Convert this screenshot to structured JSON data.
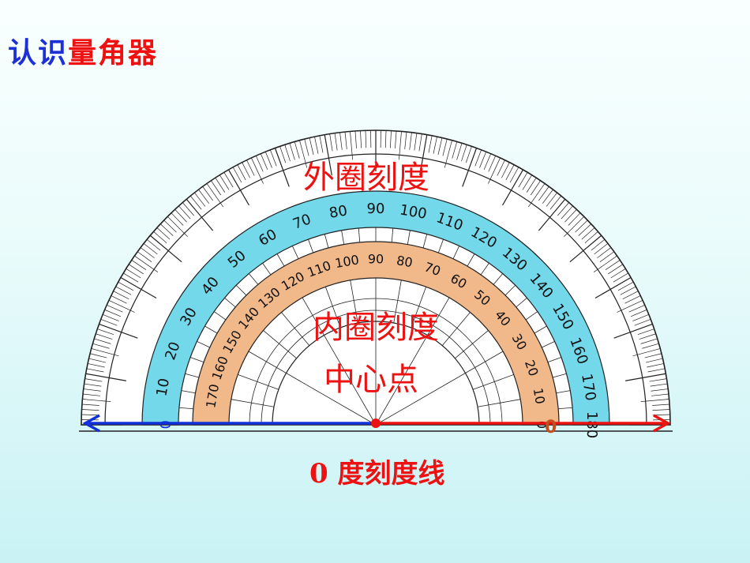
{
  "title": {
    "part1": "认识",
    "part2": "量角器"
  },
  "labels": {
    "outer_scale": "外圈刻度",
    "inner_scale": "内圈刻度",
    "center_point": "中心点",
    "zero_line": "0 度刻度线"
  },
  "scales": {
    "outer": [
      "10",
      "20",
      "30",
      "40",
      "50",
      "60",
      "70",
      "80",
      "90",
      "100",
      "110",
      "120",
      "130",
      "140",
      "150",
      "160",
      "170",
      "180"
    ],
    "inner": [
      "170",
      "160",
      "150",
      "140",
      "130",
      "120",
      "110",
      "100",
      "90",
      "80",
      "70",
      "60",
      "50",
      "40",
      "30",
      "20",
      "10",
      "0"
    ],
    "outer_start": "0",
    "inner_end": "0"
  },
  "colors": {
    "title_blue": "#1d2fd6",
    "accent_red": "#ee1111",
    "outer_band": "#72d8ea",
    "inner_band": "#f1b98a",
    "ray_blue": "#1230d8",
    "ray_red": "#ee1111"
  }
}
